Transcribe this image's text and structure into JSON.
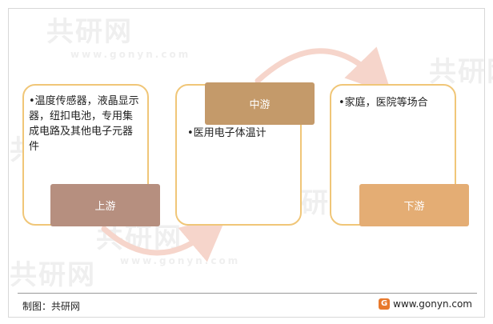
{
  "watermark": {
    "brand": "共研网",
    "url": "www.gonyn.com"
  },
  "colors": {
    "card_border": "#f0c678",
    "arrow": "#f6d5cb",
    "upstream": "#b68f7f",
    "midstream": "#c49a6a",
    "downstream": "#e4ad74"
  },
  "stages": {
    "upstream": {
      "label": "上游",
      "text": "•温度传感器，液晶显示器，纽扣电池，专用集成电路及其他电子元器件"
    },
    "midstream": {
      "label": "中游",
      "text": "•医用电子体温计"
    },
    "downstream": {
      "label": "下游",
      "text": "•家庭，医院等场合"
    }
  },
  "footer": {
    "credit": "制图：共研网",
    "site": "www.gonyn.com"
  }
}
